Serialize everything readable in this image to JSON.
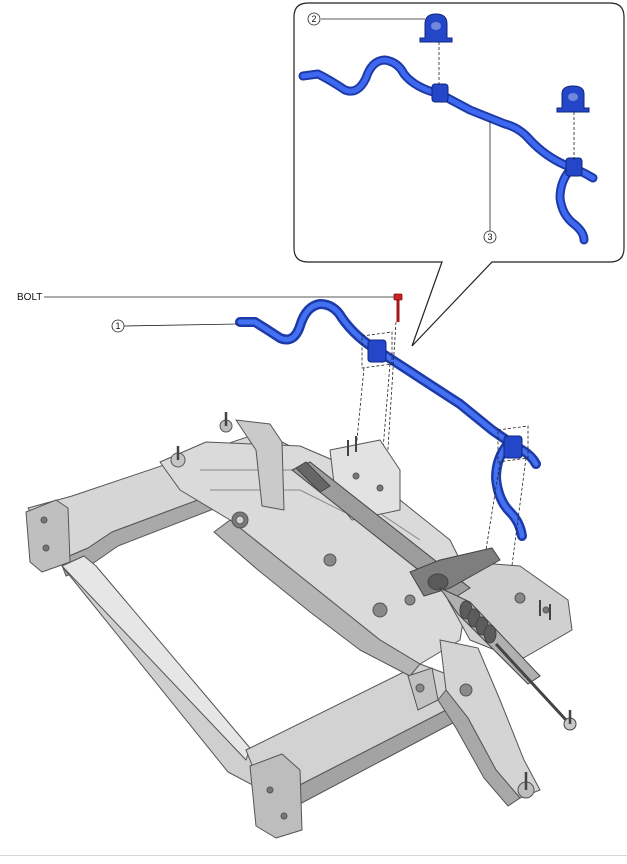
{
  "labels": {
    "bolt": "BOLT",
    "callout_1": "1",
    "callout_2": "2",
    "callout_3": "3"
  },
  "parts": {
    "stabilizer_bar": "stabilizer-bar",
    "bushing": "stabilizer-bushing",
    "subframe": "front-subframe",
    "steering_gear": "steering-gear-box",
    "lower_arm": "lower-control-arm"
  },
  "colors": {
    "stabilizer_blue": "#2447c9",
    "stabilizer_highlight": "#5f86ff",
    "bolt_red": "#cc2222",
    "frame_gray": "#cfcfcf",
    "frame_shadow": "#8a8a8a",
    "line": "#222222"
  }
}
